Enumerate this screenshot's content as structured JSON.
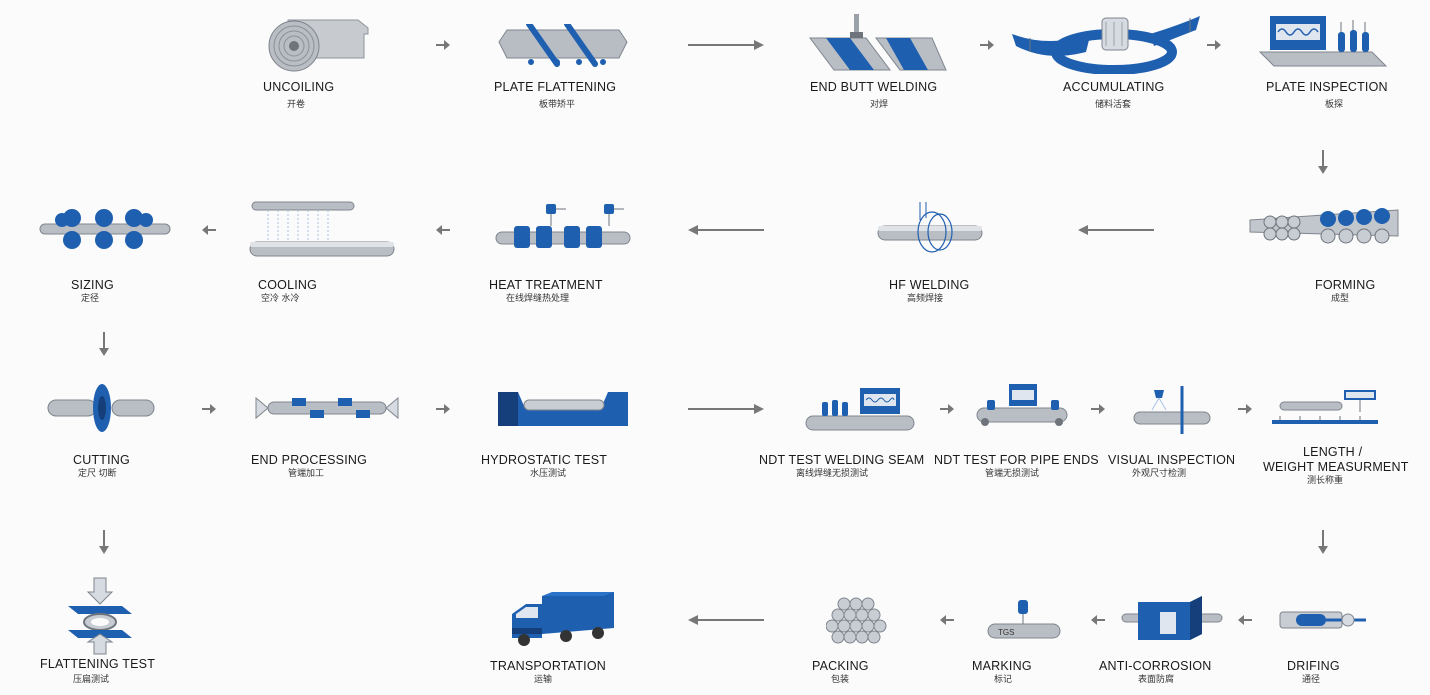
{
  "steps": [
    {
      "en": "UNCOILING",
      "cn": "开卷",
      "icon": "uncoiling-icon"
    },
    {
      "en": "PLATE FLATTENING",
      "cn": "板带矫平",
      "icon": "plate-flattening-icon"
    },
    {
      "en": "END BUTT WELDING",
      "cn": "对焊",
      "icon": "end-butt-welding-icon"
    },
    {
      "en": "ACCUMULATING",
      "cn": "储料活套",
      "icon": "accumulating-icon"
    },
    {
      "en": "PLATE INSPECTION",
      "cn": "板探",
      "icon": "plate-inspection-icon"
    },
    {
      "en": "FORMING",
      "cn": "成型",
      "icon": "forming-icon"
    },
    {
      "en": "HF WELDING",
      "cn": "高频焊接",
      "icon": "hf-welding-icon"
    },
    {
      "en": "HEAT TREATMENT",
      "cn": "在线焊缝热处理",
      "icon": "heat-treatment-icon"
    },
    {
      "en": "COOLING",
      "cn": "空冷  水冷",
      "icon": "cooling-icon"
    },
    {
      "en": "SIZING",
      "cn": "定径",
      "icon": "sizing-icon"
    },
    {
      "en": "CUTTING",
      "cn": "定尺 切断",
      "icon": "cutting-icon"
    },
    {
      "en": "END PROCESSING",
      "cn": "管端加工",
      "icon": "end-processing-icon"
    },
    {
      "en": "HYDROSTATIC TEST",
      "cn": "水压测试",
      "icon": "hydrostatic-test-icon"
    },
    {
      "en": "NDT TEST WELDING SEAM",
      "cn": "离线焊缝无损测试",
      "icon": "ndt-welding-seam-icon"
    },
    {
      "en": "NDT TEST FOR PIPE ENDS",
      "cn": "管端无损测试",
      "icon": "ndt-pipe-ends-icon"
    },
    {
      "en": "VISUAL INSPECTION",
      "cn": "外观尺寸检测",
      "icon": "visual-inspection-icon"
    },
    {
      "en": "LENGTH /",
      "en2": "WEIGHT MEASURMENT",
      "cn": "测长称重",
      "icon": "length-weight-icon"
    },
    {
      "en": "DRIFING",
      "cn": "通径",
      "icon": "drifting-icon"
    },
    {
      "en": "ANTI-CORROSION",
      "cn": "表面防腐",
      "icon": "anti-corrosion-icon"
    },
    {
      "en": "MARKING",
      "cn": "标记",
      "icon": "marking-icon"
    },
    {
      "en": "PACKING",
      "cn": "包装",
      "icon": "packing-icon"
    },
    {
      "en": "TRANSPORTATION",
      "cn": "运输",
      "icon": "transportation-icon"
    },
    {
      "en": "FLATTENING TEST",
      "cn": "压扁测试",
      "icon": "flattening-test-icon"
    }
  ],
  "marking_stamp": "TGS",
  "colors": {
    "blue": "#1f5fb0",
    "blue_dark": "#143f7a",
    "steel": "#a9b0b8",
    "steel_light": "#dfe3e8",
    "arrow": "#777777"
  }
}
